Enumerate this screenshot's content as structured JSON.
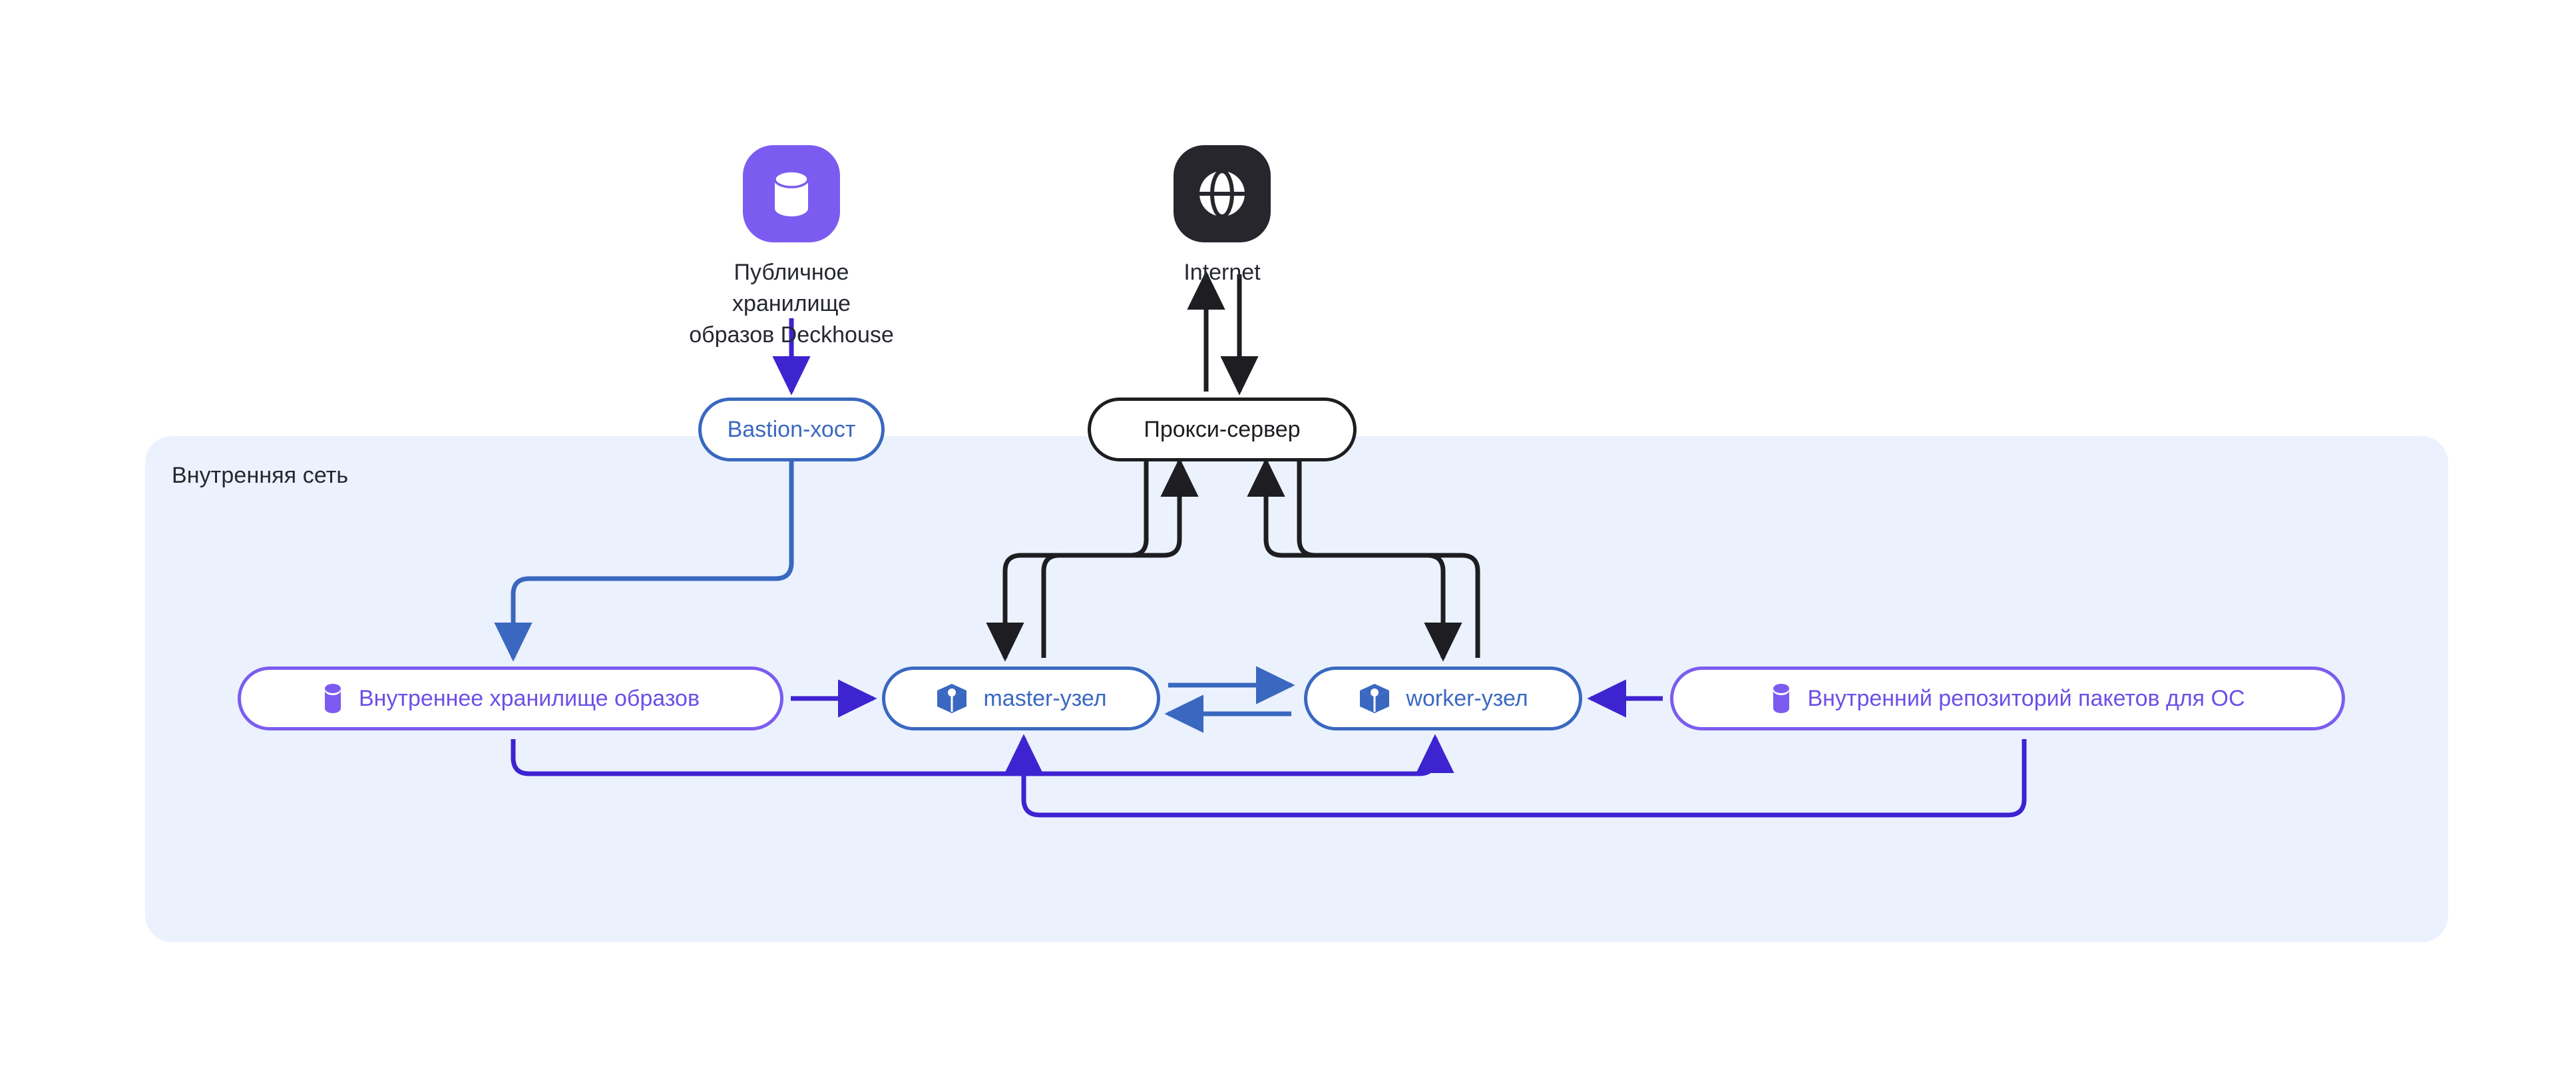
{
  "diagram": {
    "title": "Deckhouse closed-network installation topology",
    "background": "#ffffff",
    "palette": {
      "panel_fill": "#EBF2FD",
      "blue": "#3A68C0",
      "dark": "#1D1D22",
      "violet_border": "#7C5CF0",
      "violet_text": "#6C4FE8",
      "violet_arrow": "#3E23D1",
      "icon_purple": "#7C5CF0",
      "icon_dark": "#26262C",
      "text": "#25282F"
    }
  },
  "zones": [
    {
      "id": "internal-network",
      "label": "Внутренняя сеть",
      "fill": "#EBF2FD"
    }
  ],
  "nodes": [
    {
      "id": "public-registry",
      "kind": "icon-node",
      "label": "Публичное хранилище\nобразов Deckhouse",
      "icon": "database-icon",
      "icon_style": "purple-squircle",
      "zone": "outside"
    },
    {
      "id": "internet",
      "kind": "icon-node",
      "label": "Internet",
      "icon": "globe-icon",
      "icon_style": "dark-squircle",
      "zone": "outside"
    },
    {
      "id": "bastion",
      "kind": "pill",
      "label": "Bastion-хост",
      "style": "blue",
      "icon": null,
      "zone": "boundary"
    },
    {
      "id": "proxy",
      "kind": "pill",
      "label": "Прокси-сервер",
      "style": "dark",
      "icon": null,
      "zone": "boundary"
    },
    {
      "id": "internal-registry",
      "kind": "pill",
      "label": "Внутреннее хранилище образов",
      "style": "violet",
      "icon": "database-icon",
      "zone": "internal-network"
    },
    {
      "id": "master-node",
      "kind": "pill",
      "label": "master-узел",
      "style": "blue",
      "icon": "cube-icon",
      "zone": "internal-network"
    },
    {
      "id": "worker-node",
      "kind": "pill",
      "label": "worker-узел",
      "style": "blue",
      "icon": "cube-icon",
      "zone": "internal-network"
    },
    {
      "id": "os-package-repo",
      "kind": "pill",
      "label": "Внутренний репозиторий пакетов для ОС",
      "style": "violet",
      "icon": "database-icon",
      "zone": "internal-network"
    }
  ],
  "edges": [
    {
      "from": "public-registry",
      "to": "bastion",
      "color": "#3E23D1",
      "direction": "forward"
    },
    {
      "from": "bastion",
      "to": "internal-registry",
      "color": "#3A68C0",
      "direction": "forward"
    },
    {
      "from": "proxy",
      "to": "internet",
      "color": "#1D1D22",
      "direction": "forward"
    },
    {
      "from": "internet",
      "to": "proxy",
      "color": "#1D1D22",
      "direction": "forward"
    },
    {
      "from": "proxy",
      "to": "master-node",
      "color": "#1D1D22",
      "direction": "forward"
    },
    {
      "from": "master-node",
      "to": "proxy",
      "color": "#1D1D22",
      "direction": "forward"
    },
    {
      "from": "proxy",
      "to": "worker-node",
      "color": "#1D1D22",
      "direction": "forward"
    },
    {
      "from": "worker-node",
      "to": "proxy",
      "color": "#1D1D22",
      "direction": "forward"
    },
    {
      "from": "internal-registry",
      "to": "master-node",
      "color": "#3E23D1",
      "direction": "forward"
    },
    {
      "from": "master-node",
      "to": "worker-node",
      "color": "#3A68C0",
      "direction": "forward"
    },
    {
      "from": "worker-node",
      "to": "master-node",
      "color": "#3A68C0",
      "direction": "forward"
    },
    {
      "from": "os-package-repo",
      "to": "worker-node",
      "color": "#3E23D1",
      "direction": "forward"
    },
    {
      "from": "internal-registry",
      "to": "worker-node",
      "color": "#3E23D1",
      "direction": "forward"
    },
    {
      "from": "os-package-repo",
      "to": "master-node",
      "color": "#3E23D1",
      "direction": "forward"
    }
  ]
}
